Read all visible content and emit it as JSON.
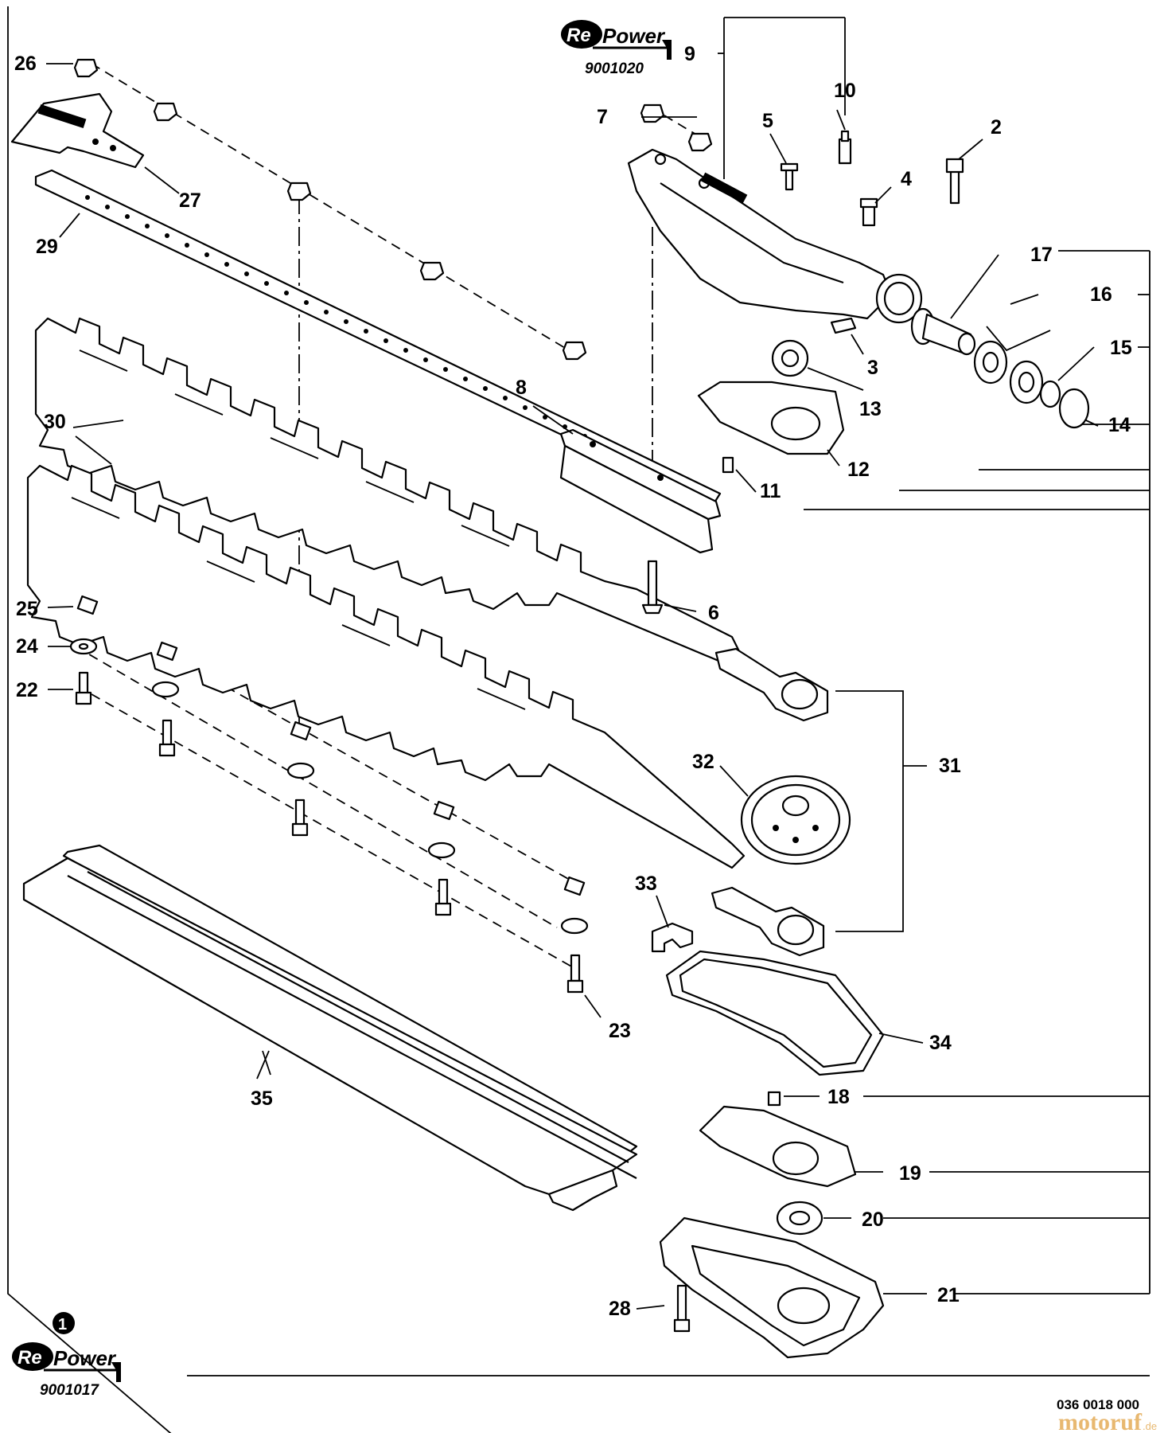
{
  "brand": {
    "top": {
      "re": "Re",
      "power": "Power",
      "part_number": "9001020"
    },
    "bottom": {
      "re": "Re",
      "power": "Power",
      "part_number": "9001017"
    },
    "assembly_marker": "1"
  },
  "drawing_ref": "036 0018 000",
  "watermark": {
    "main": "motoruf",
    "suffix": ".de"
  },
  "callouts": [
    "1",
    "2",
    "3",
    "4",
    "5",
    "6",
    "7",
    "8",
    "9",
    "10",
    "11",
    "12",
    "13",
    "14",
    "15",
    "16",
    "17",
    "18",
    "19",
    "20",
    "21",
    "22",
    "23",
    "24",
    "25",
    "26",
    "27",
    "28",
    "29",
    "30",
    "31",
    "32",
    "33",
    "34",
    "35"
  ],
  "colors": {
    "ink": "#000000",
    "paper": "#ffffff",
    "watermark": "#e0a040"
  }
}
